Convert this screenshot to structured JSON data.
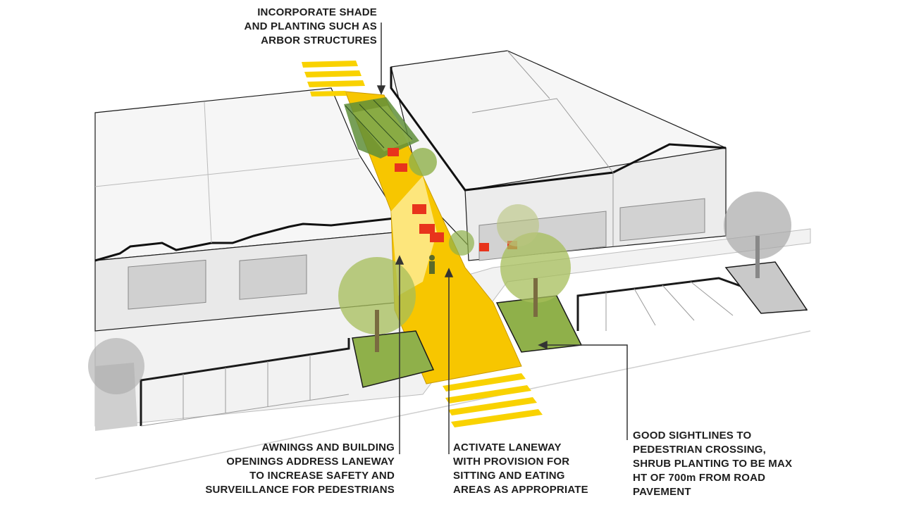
{
  "colors": {
    "laneway_yellow": "#f7c600",
    "crossing_yellow": "#f9d200",
    "seating_red": "#e8341c",
    "building_fill": "#eeeeee",
    "building_roof": "#f6f6f6",
    "footpath": "#f2f2f2",
    "outline": "#1a1a1a",
    "planting_green": "#8fb04a",
    "tree_grey": "#a8a8a8",
    "leader_line": "#333333"
  },
  "annotations": {
    "shade": {
      "lines": [
        "INCORPORATE SHADE",
        "AND PLANTING SUCH AS",
        "ARBOR STRUCTURES"
      ]
    },
    "awnings": {
      "lines": [
        "AWNINGS AND BUILDING",
        "OPENINGS ADDRESS LANEWAY",
        "TO INCREASE SAFETY AND",
        "SURVEILLANCE FOR PEDESTRIANS"
      ]
    },
    "activate": {
      "lines": [
        "ACTIVATE LANEWAY",
        "WITH PROVISION FOR",
        "SITTING AND EATING",
        "AREAS AS APPROPRIATE"
      ]
    },
    "sightlines": {
      "lines": [
        "GOOD SIGHTLINES TO",
        "PEDESTRIAN CROSSING,",
        "SHRUB PLANTING TO BE MAX",
        "HT OF 700m FROM ROAD",
        "PAVEMENT"
      ]
    }
  }
}
